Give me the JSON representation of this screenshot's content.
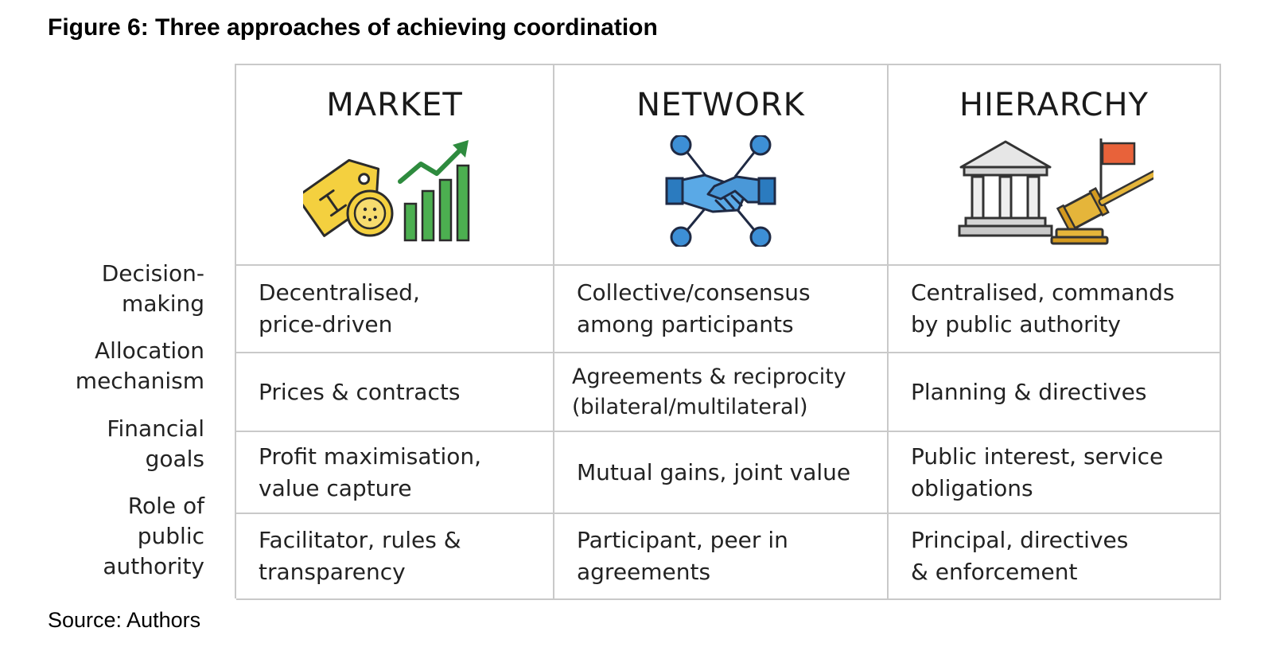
{
  "figure": {
    "title": "Figure 6: Three approaches of achieving coordination",
    "source": "Source: Authors"
  },
  "columns": [
    {
      "label": "MARKET",
      "icon": "market-price-tag-growth-chart-icon"
    },
    {
      "label": "NETWORK",
      "icon": "network-handshake-icon"
    },
    {
      "label": "HIERARCHY",
      "icon": "hierarchy-government-building-gavel-icon"
    }
  ],
  "rows": [
    {
      "label": "Decision-\nmaking",
      "cells": [
        "Decentralised,\nprice-driven",
        "Collective/consensus\namong participants",
        "Centralised, commands\nby public authority"
      ]
    },
    {
      "label": "Allocation\nmechanism",
      "cells": [
        "Prices & contracts",
        "Agreements & reciprocity\n(bilateral/multilateral)",
        "Planning & directives"
      ]
    },
    {
      "label": "Financial\ngoals",
      "cells": [
        "Profit maximisation,\nvalue capture",
        "Mutual gains, joint value",
        "Public interest, service\nobligations"
      ]
    },
    {
      "label": "Role of\npublic\nauthority",
      "cells": [
        "Facilitator, rules &\ntransparency",
        "Participant, peer in\nagreements",
        "Principal, directives\n& enforcement"
      ]
    }
  ],
  "colors": {
    "grid_line": "#c9c9c9",
    "market_tag": "#f4d03f",
    "market_bars": "#4caf50",
    "network_blue": "#3d8fd6",
    "hierarchy_flag": "#e8623a",
    "hierarchy_gavel": "#e5b53a"
  }
}
